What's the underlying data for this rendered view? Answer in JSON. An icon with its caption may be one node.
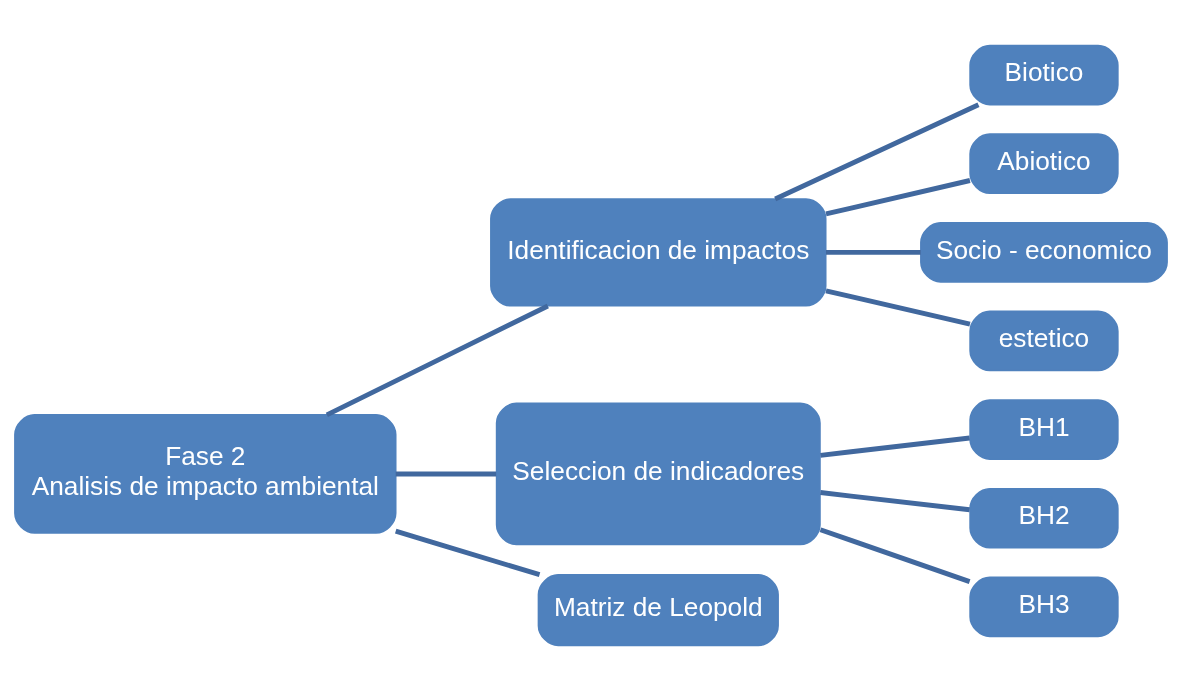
{
  "diagram": {
    "nodes": [
      {
        "text": [
          "Fase 2",
          "Analisis de impacto ambiental"
        ]
      },
      {
        "text": [
          "Identificacion de impactos"
        ]
      },
      {
        "text": [
          "Seleccion de indicadores"
        ]
      },
      {
        "text": [
          "Matriz de Leopold"
        ]
      },
      {
        "text": [
          "Biotico"
        ]
      },
      {
        "text": [
          "Abiotico"
        ]
      },
      {
        "text": [
          "Socio - economico"
        ]
      },
      {
        "text": [
          "estetico"
        ]
      },
      {
        "text": [
          "BH1"
        ]
      },
      {
        "text": [
          "BH2"
        ]
      },
      {
        "text": [
          "BH3"
        ]
      }
    ],
    "edges": [
      {
        "from": 0,
        "to": 1,
        "arrow": "none"
      },
      {
        "from": 0,
        "to": 2,
        "arrow": "none"
      },
      {
        "from": 0,
        "to": 3,
        "arrow": "none"
      },
      {
        "from": 1,
        "to": 4,
        "arrow": "none"
      },
      {
        "from": 1,
        "to": 5,
        "arrow": "none"
      },
      {
        "from": 1,
        "to": 6,
        "arrow": "none"
      },
      {
        "from": 1,
        "to": 7,
        "arrow": "none"
      },
      {
        "from": 2,
        "to": 8,
        "arrow": "none"
      },
      {
        "from": 2,
        "to": 9,
        "arrow": "none"
      },
      {
        "from": 2,
        "to": 10,
        "arrow": "none"
      }
    ]
  }
}
